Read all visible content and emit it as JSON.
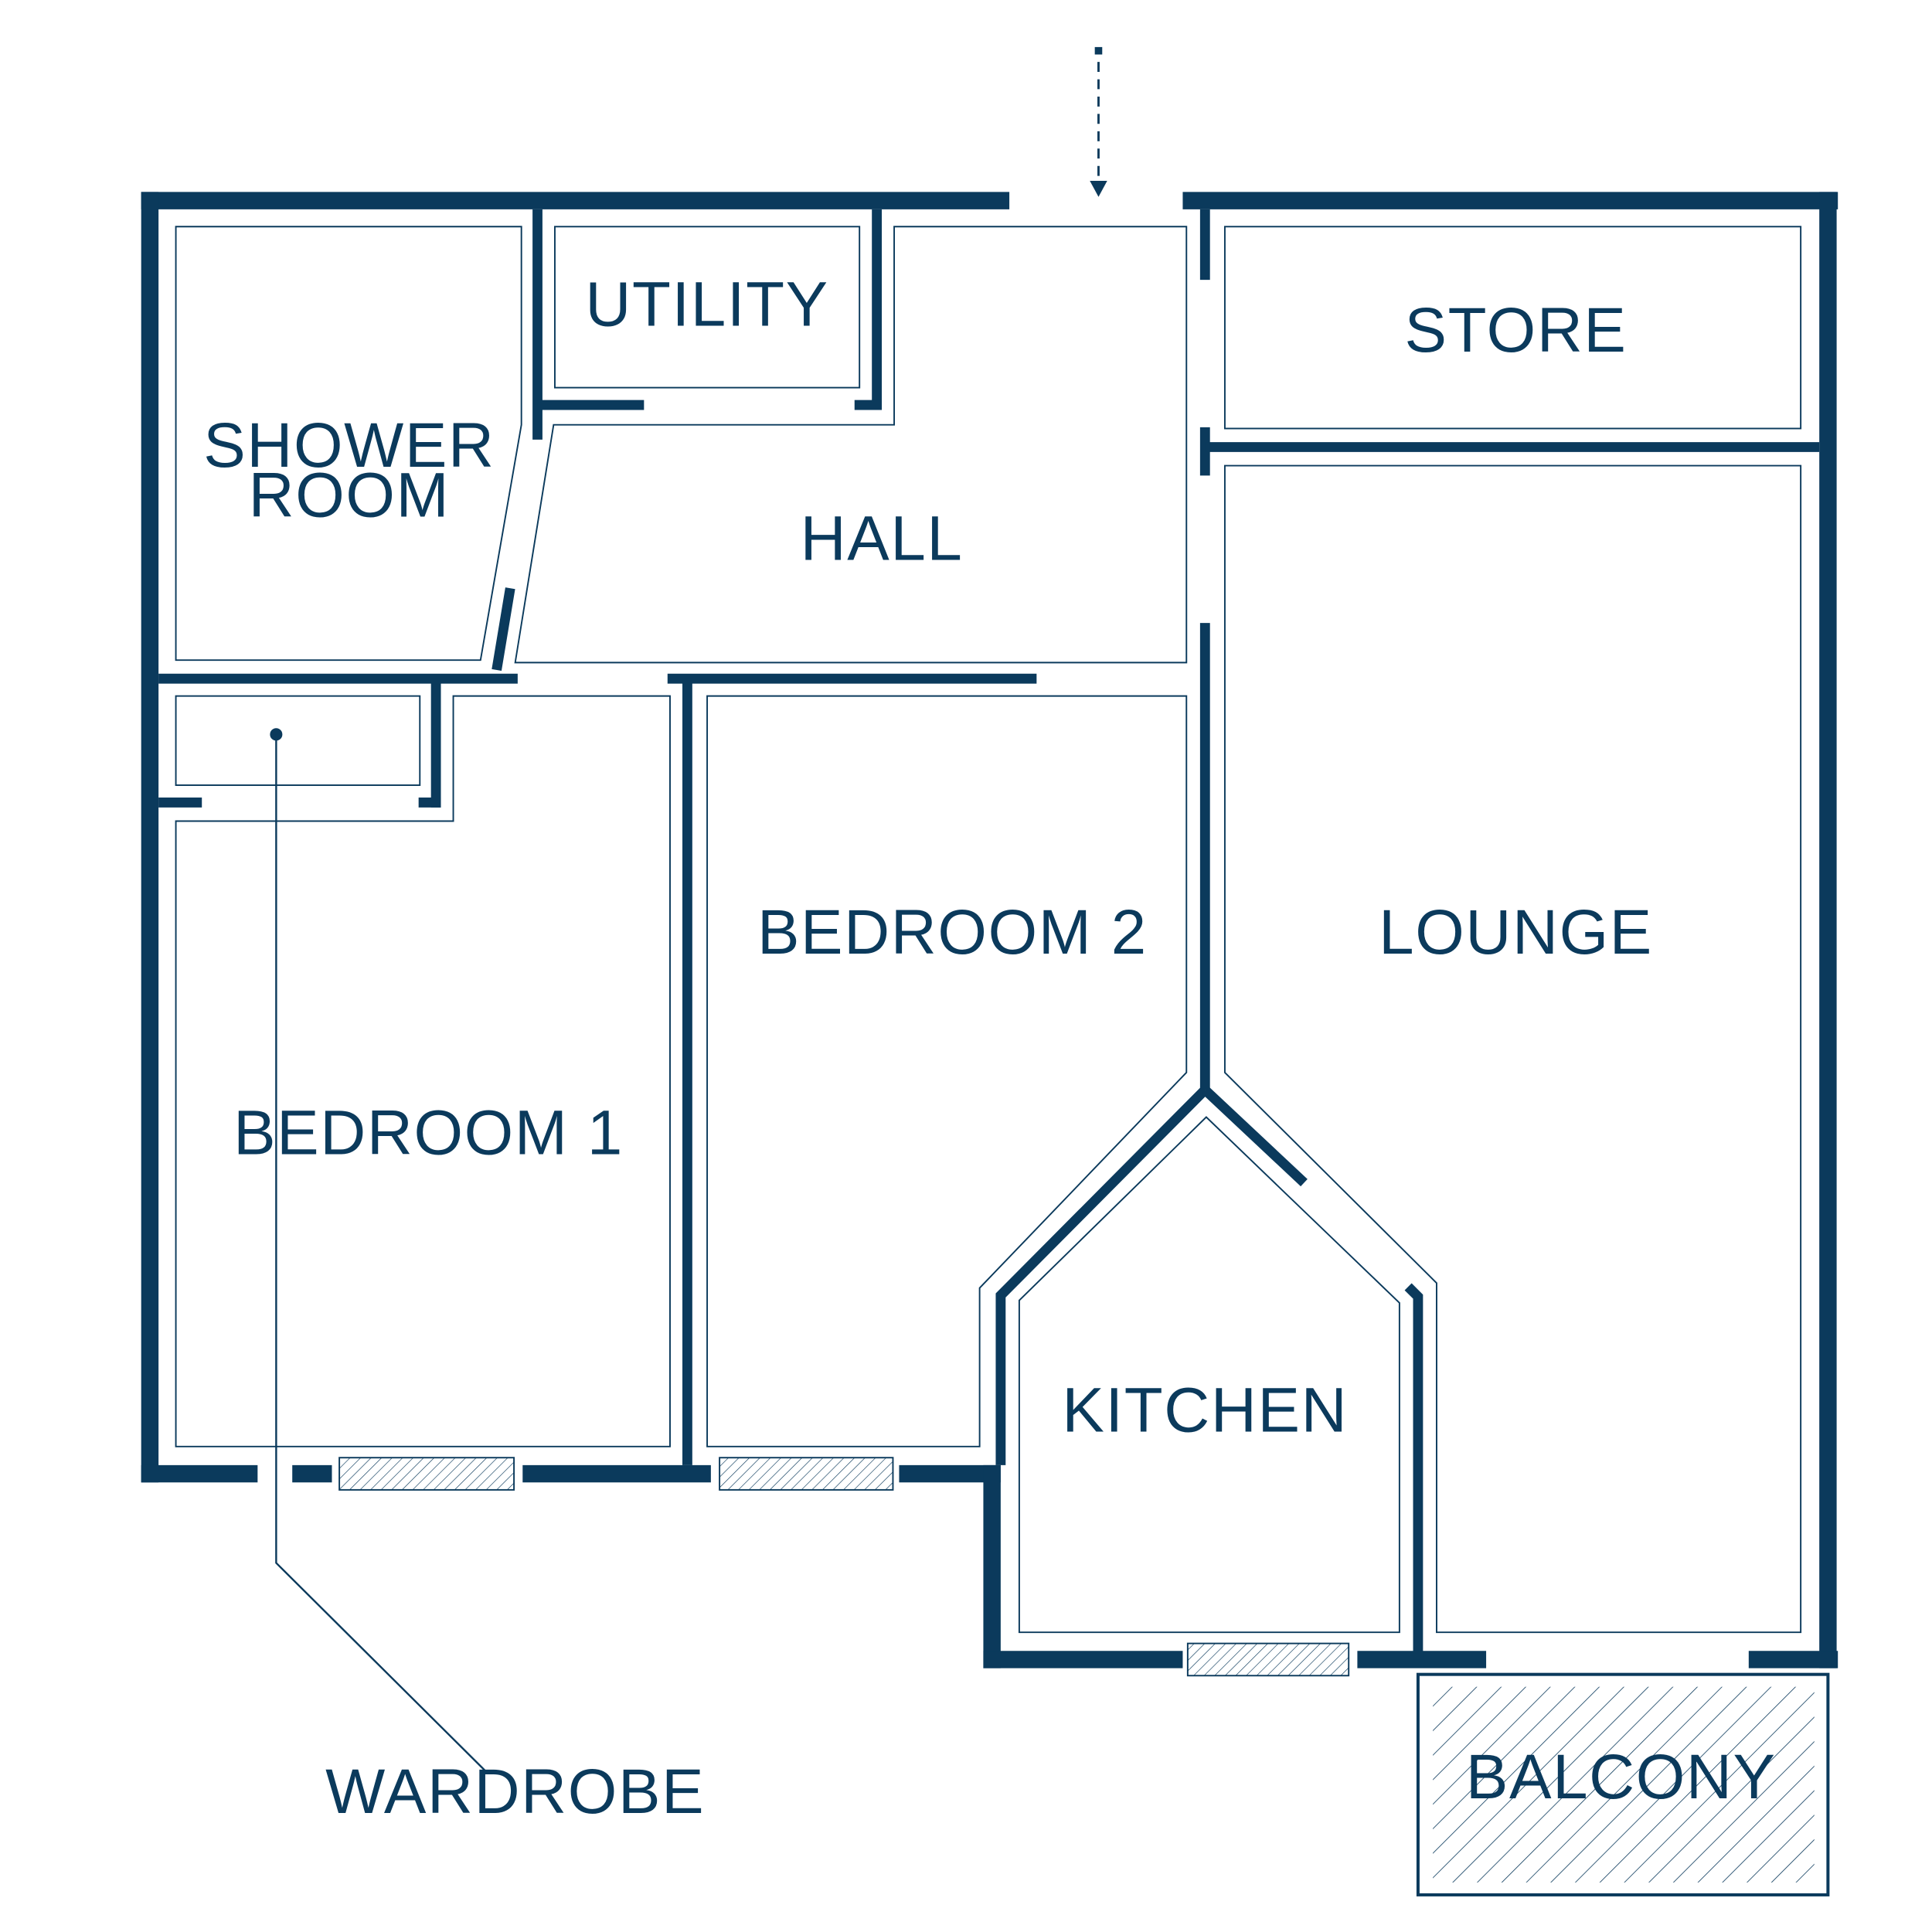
{
  "colors": {
    "wall": "#0b3a5c",
    "background": "#ffffff"
  },
  "rooms": {
    "shower_room_line1": "SHOWER",
    "shower_room_line2": "ROOM",
    "utility": "UTILITY",
    "hall": "HALL",
    "store": "STORE",
    "lounge": "LOUNGE",
    "bedroom2": "BEDROOM 2",
    "bedroom1": "BEDROOM 1",
    "kitchen": "KITCHEN",
    "balcony": "BALCONY"
  },
  "annotations": {
    "wardrobe": "WARDROBE"
  },
  "icons": {
    "entrance": "entrance-arrow-icon"
  }
}
